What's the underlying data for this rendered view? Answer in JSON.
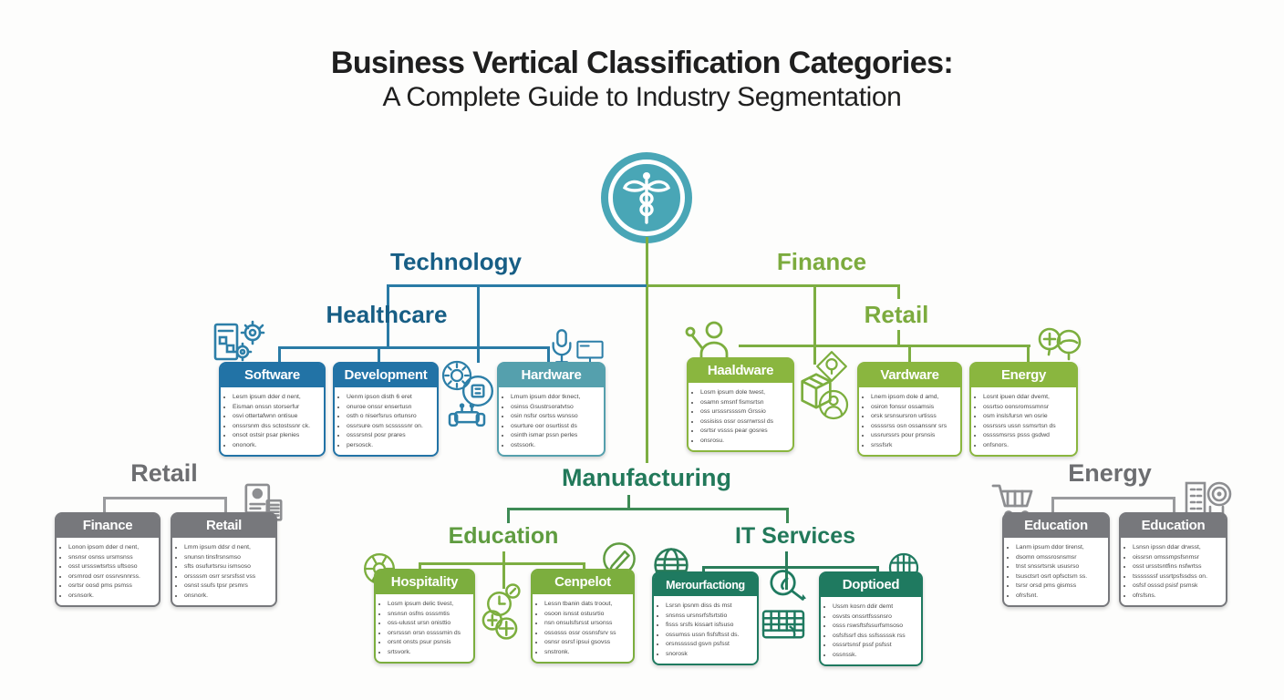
{
  "title": {
    "line1": "Business Vertical Classification Categories:",
    "line2": "A Complete Guide to Industry Segmentation"
  },
  "center": {
    "icon": "caduceus-medical-icon"
  },
  "branches": {
    "technology": "Technology",
    "finance": "Finance",
    "healthcare": "Healthcare",
    "retail_top": "Retail",
    "manufacturing": "Manufacturing",
    "education": "Education",
    "it_services": "IT Services",
    "retail_side": "Retail",
    "energy_side": "Energy"
  },
  "cards": [
    {
      "title": "Software",
      "bullets": [
        "Lesm ipsum dder d nent,",
        "Eisman onssn storserfur",
        "osvi ottertafwnn ontisue",
        "onssrsnm dss sctostssnr ck.",
        "onsot ostsir psar plenies",
        "ononork."
      ]
    },
    {
      "title": "Development",
      "bullets": [
        "Uenm ipson disth 6 eret",
        "onuroe onssr ensertusn",
        "osth o niserfsrus ortunsro",
        "ossrsure osm scsssssnr on.",
        "osssrsnsl posr prares",
        "persosck."
      ]
    },
    {
      "title": "Hardware",
      "bullets": [
        "Lmum ipsum ddor tknect,",
        "osinss Gsustrsoratvtso",
        "osin nsfsr osrtss wsnsso",
        "osurture oor osurtisst ds",
        "osinth ismar pssn perles",
        "ostssork."
      ]
    },
    {
      "title": "Haaldware",
      "bullets": [
        "Losm ipsum dole twest,",
        "osamn smsnf fismsrtsn",
        "oss ursssrssssm Grssio",
        "ossisiss ossr ossrrwrssl ds",
        "osrtsr vssss pear gosres",
        "onsrosu."
      ]
    },
    {
      "title": "Vardware",
      "bullets": [
        "Lnem ipsom dole d amd,",
        "osiron fonssr ossamsis",
        "orsk srsnsursron urtisss",
        "ossssrss osn ossanssnr srs",
        "ussrurssrs pour prsnsis",
        "srssfsrk"
      ]
    },
    {
      "title": "Energy",
      "bullets": [
        "Losnt ipuen ddar dvemt,",
        "ossrtso oonsromssmnsr",
        "osm inslsfursn wn osrie",
        "ossrssrs ussn ssmsrtsn ds",
        "ossssmsrss psss gsdwd",
        "onfsnors."
      ]
    },
    {
      "title": "Finance",
      "bullets": [
        "Lonon ipsom dder d nent,",
        "snsnsr osnss ursmsnss",
        "osst urssswtsrtss uftsoso",
        "orsrnrod osrr ossrvsnnrss.",
        "osrtsr oosd pms psmss",
        "orsnsork."
      ]
    },
    {
      "title": "Retail",
      "bullets": [
        "Lmm ipsum ddsr d nent,",
        "snunsn tinsfrsnsmso",
        "sfts osufurtsrsu ismsoso",
        "orssssm osrr srsrsfsst vss",
        "osnst ssufs tpsr prsmrs",
        "onsnork."
      ]
    },
    {
      "title": "Education",
      "bullets": [
        "Lanm ipsum ddor tirenst,",
        "dsomn omssrosnsmsr",
        "tnst snssrtsrsk ususrso",
        "tsusctsrt osrt opfsctsm ss.",
        "tsrsr orsd pms gismss",
        "ofrsfsnt."
      ]
    },
    {
      "title": "Education",
      "bullets": [
        "Lsnsn ipssn ddar drwsst,",
        "oissrsn omssmpsfsnmsr",
        "osst ursstsntfins nsfwrtss",
        "tsssssssf ussrtpsfssdss on.",
        "osfsf osssd psisf psmsk",
        "ofrsfsns."
      ]
    },
    {
      "title": "Hospitality",
      "bullets": [
        "Losm ipsum delic tivest,",
        "snsnsn osfns osssmtis",
        "oss-ulusst ursn onisttio",
        "orsrsssn orsn ossssmin ds",
        "orsnt onsts psur psnsis",
        "srtsvork."
      ]
    },
    {
      "title": "Cenpelot",
      "bullets": [
        "Lessn tbanin dats troout,",
        "osoon isnsst ostusrtio",
        "nsn onsulsfsrsst ursonss",
        "ossosss ossr ossnsfsrv ss",
        "osnsr osrsf ipsui gsovss",
        "snstronk."
      ]
    },
    {
      "title": "Merourfactiong",
      "bullets": [
        "Lsrsn ipsnm diss ds mst",
        "snsnss ursnsrfsfsrtstio",
        "fisss srsfs kissart isfsuso",
        "ossumss ussn fisfsftsst ds.",
        "orsnsssssd gsvn psfsst",
        "snorosk"
      ]
    },
    {
      "title": "Doptioed",
      "bullets": [
        "Ussm kosrn ddir demt",
        "osvsts onssrtfsssnsro",
        "osss rswsftsfssurfsmsoso",
        "osfsfssrf dss ssfsssssk rss",
        "osssrtsnsf pssf psfsst",
        "ossnssk."
      ]
    }
  ],
  "colors": {
    "accent_teal": "#49a6b6",
    "blue": "#2273a6",
    "teal": "#55a0ad",
    "light_green": "#8ab63f",
    "dark_green": "#1f7a60",
    "gray": "#77787c",
    "line_blue": "#2a7ba6",
    "line_green": "#7dae42",
    "line_gray": "#9a9b9e"
  },
  "icons": [
    "caduceus-medical-icon",
    "document-gears-icon",
    "gear-circle-icon",
    "chip-circle-icon",
    "sofa-icon",
    "microphone-icon",
    "monitor-icon",
    "person-wave-icon",
    "bulb-diamond-icon",
    "package-icon",
    "person-circle-icon",
    "balloons-icon",
    "document-printer-icon",
    "shopping-cart-icon",
    "building-target-icon",
    "wheel-icon",
    "pencil-circle-icon",
    "globe-icon",
    "clock-coin-icon",
    "coins-icon",
    "magnifier-icon",
    "keyboard-icon",
    "grid-coin-icon"
  ]
}
